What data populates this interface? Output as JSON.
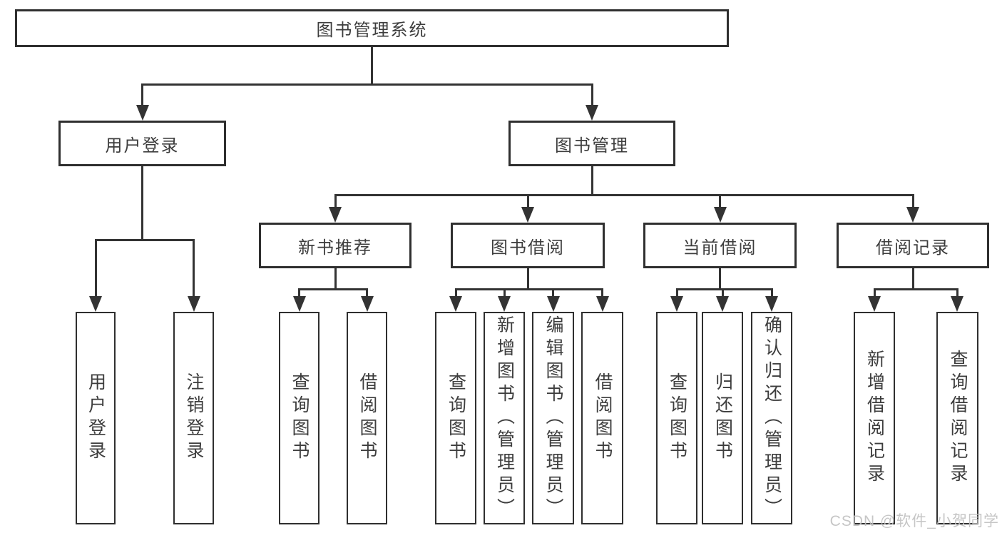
{
  "tree": {
    "root": "图书管理系统",
    "branches": [
      {
        "label": "用户登录",
        "leaves": [
          "用户登录",
          "注销登录"
        ]
      },
      {
        "label": "图书管理",
        "groups": [
          {
            "label": "新书推荐",
            "leaves": [
              "查询图书",
              "借阅图书"
            ]
          },
          {
            "label": "图书借阅",
            "leaves": [
              "查询图书",
              "新增图书（管理员）",
              "编辑图书（管理员）",
              "借阅图书"
            ]
          },
          {
            "label": "当前借阅",
            "leaves": [
              "查询图书",
              "归还图书",
              "确认归还（管理员）"
            ]
          },
          {
            "label": "借阅记录",
            "leaves": [
              "新增借阅记录",
              "查询借阅记录"
            ]
          }
        ]
      }
    ]
  },
  "watermark": {
    "text": "CSDN @软件_小贺同学"
  },
  "colors": {
    "line": "#333333",
    "border": "#2f2f2f",
    "text": "#3d3d3d",
    "background": "#ffffff",
    "watermark": "#c0c0c0"
  }
}
